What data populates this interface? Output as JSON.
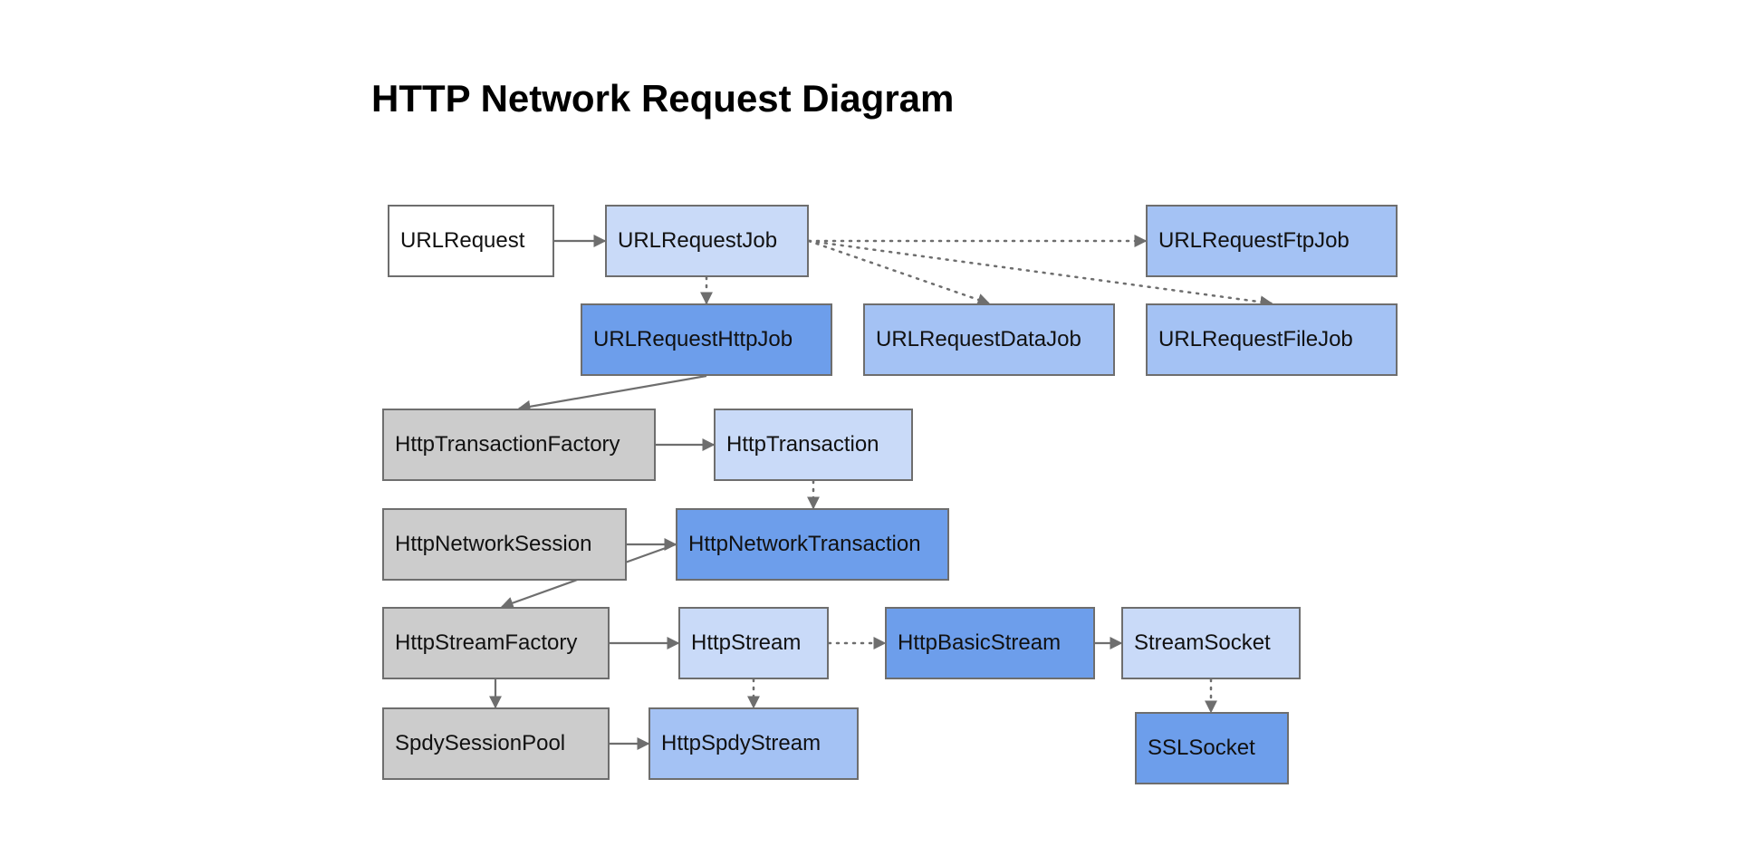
{
  "title": "HTTP Network Request Diagram",
  "colors": {
    "white": "#ffffff",
    "light_blue": "#c9daf8",
    "mid_blue": "#a4c2f4",
    "dark_blue": "#6d9eeb",
    "gray": "#cccccc",
    "border": "#6e6e6e",
    "edge": "#6e6e6e"
  },
  "nodes": [
    {
      "id": "URLRequest",
      "label": "URLRequest",
      "fill": "white"
    },
    {
      "id": "URLRequestJob",
      "label": "URLRequestJob",
      "fill": "light"
    },
    {
      "id": "URLRequestFtpJob",
      "label": "URLRequestFtpJob",
      "fill": "mid"
    },
    {
      "id": "URLRequestHttpJob",
      "label": "URLRequestHttpJob",
      "fill": "dark"
    },
    {
      "id": "URLRequestDataJob",
      "label": "URLRequestDataJob",
      "fill": "mid"
    },
    {
      "id": "URLRequestFileJob",
      "label": "URLRequestFileJob",
      "fill": "mid"
    },
    {
      "id": "HttpTransactionFactory",
      "label": "HttpTransactionFactory",
      "fill": "gray"
    },
    {
      "id": "HttpTransaction",
      "label": "HttpTransaction",
      "fill": "light"
    },
    {
      "id": "HttpNetworkSession",
      "label": "HttpNetworkSession",
      "fill": "gray"
    },
    {
      "id": "HttpNetworkTransaction",
      "label": "HttpNetworkTransaction",
      "fill": "dark"
    },
    {
      "id": "HttpStreamFactory",
      "label": "HttpStreamFactory",
      "fill": "gray"
    },
    {
      "id": "HttpStream",
      "label": "HttpStream",
      "fill": "light"
    },
    {
      "id": "HttpBasicStream",
      "label": "HttpBasicStream",
      "fill": "dark"
    },
    {
      "id": "StreamSocket",
      "label": "StreamSocket",
      "fill": "light"
    },
    {
      "id": "SpdySessionPool",
      "label": "SpdySessionPool",
      "fill": "gray"
    },
    {
      "id": "HttpSpdyStream",
      "label": "HttpSpdyStream",
      "fill": "mid"
    },
    {
      "id": "SSLSocket",
      "label": "SSLSocket",
      "fill": "dark"
    }
  ],
  "edges": [
    {
      "from": "URLRequest",
      "to": "URLRequestJob",
      "style": "solid"
    },
    {
      "from": "URLRequestJob",
      "to": "URLRequestFtpJob",
      "style": "dotted"
    },
    {
      "from": "URLRequestJob",
      "to": "URLRequestDataJob",
      "style": "dotted"
    },
    {
      "from": "URLRequestJob",
      "to": "URLRequestFileJob",
      "style": "dotted"
    },
    {
      "from": "URLRequestJob",
      "to": "URLRequestHttpJob",
      "style": "dotted"
    },
    {
      "from": "URLRequestHttpJob",
      "to": "HttpTransactionFactory",
      "style": "solid"
    },
    {
      "from": "HttpTransactionFactory",
      "to": "HttpTransaction",
      "style": "solid"
    },
    {
      "from": "HttpTransaction",
      "to": "HttpNetworkTransaction",
      "style": "dotted"
    },
    {
      "from": "HttpNetworkSession",
      "to": "HttpNetworkTransaction",
      "style": "solid"
    },
    {
      "from": "HttpNetworkTransaction",
      "to": "HttpStreamFactory",
      "style": "solid"
    },
    {
      "from": "HttpStreamFactory",
      "to": "HttpStream",
      "style": "solid"
    },
    {
      "from": "HttpStreamFactory",
      "to": "SpdySessionPool",
      "style": "solid"
    },
    {
      "from": "HttpStream",
      "to": "HttpBasicStream",
      "style": "dotted"
    },
    {
      "from": "HttpStream",
      "to": "HttpSpdyStream",
      "style": "dotted"
    },
    {
      "from": "HttpBasicStream",
      "to": "StreamSocket",
      "style": "solid"
    },
    {
      "from": "SpdySessionPool",
      "to": "HttpSpdyStream",
      "style": "solid"
    },
    {
      "from": "StreamSocket",
      "to": "SSLSocket",
      "style": "dotted"
    }
  ]
}
